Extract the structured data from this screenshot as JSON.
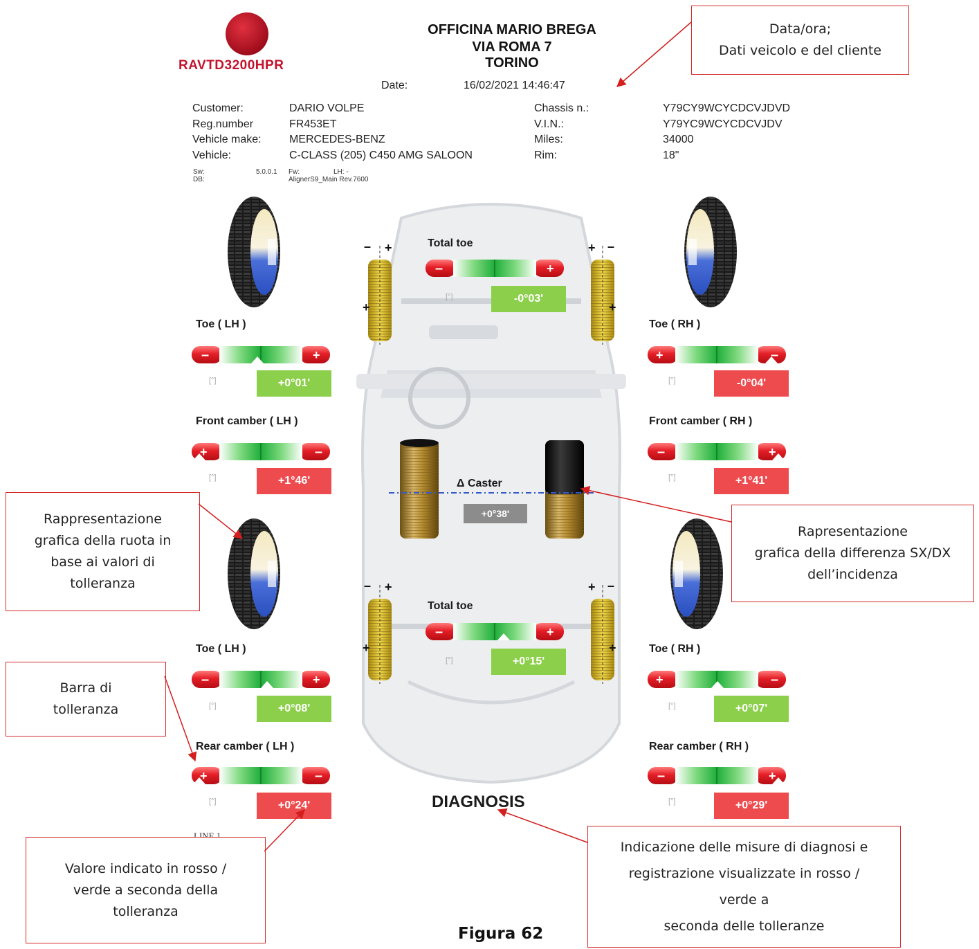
{
  "header": {
    "brand": "RAVTD3200HPR",
    "shop_line1": "OFFICINA MARIO BREGA",
    "shop_line2": "VIA ROMA 7",
    "shop_line3": "TORINO",
    "date_label": "Date:",
    "date_value": "16/02/2021  14:46:47"
  },
  "customer": {
    "labels": [
      "Customer:",
      "Reg.number",
      "Vehicle make:",
      "Vehicle:"
    ],
    "values": [
      "DARIO VOLPE",
      "FR453ET",
      "MERCEDES-BENZ",
      "C-CLASS (205) C450 AMG SALOON"
    ],
    "labels2": [
      "Chassis n.:",
      "V.I.N.:",
      "Miles:",
      "Rim:"
    ],
    "values2": [
      "Y79CY9WCYCDCVJDVD",
      "Y79YC9WCYCDCVJDV",
      "34000",
      "18\""
    ]
  },
  "software": {
    "sw_label": "Sw:",
    "db_label": "DB:",
    "sw_value": "5.0.0.1",
    "fw_label": "Fw:",
    "fw_value": "AlignerS9_Main Rev.7600",
    "lh_label": "LH: -"
  },
  "front": {
    "total_toe_label": "Total toe",
    "total_toe_value": "-0°03'",
    "toe_lh_label": "Toe ( LH )",
    "toe_lh_value": "+0°01'",
    "toe_rh_label": "Toe ( RH )",
    "toe_rh_value": "-0°04'",
    "camber_lh_label": "Front camber ( LH )",
    "camber_lh_value": "+1°46'",
    "camber_rh_label": "Front camber ( RH )",
    "camber_rh_value": "+1°41'"
  },
  "caster": {
    "label": "Δ Caster",
    "value": "+0°38'"
  },
  "rear": {
    "total_toe_label": "Total toe",
    "total_toe_value": "+0°15'",
    "toe_lh_label": "Toe ( LH )",
    "toe_lh_value": "+0°08'",
    "toe_rh_label": "Toe ( RH )",
    "toe_rh_value": "+0°07'",
    "camber_lh_label": "Rear camber ( LH )",
    "camber_lh_value": "+0°24'",
    "camber_rh_label": "Rear camber ( RH )",
    "camber_rh_value": "+0°29'"
  },
  "deg_label": "[°]",
  "footer": {
    "diagnosis": "DIAGNOSIS",
    "line": "LINE 1",
    "figure": "Figura 62"
  },
  "callouts": {
    "datetime_line1": "Data/ora;",
    "datetime_line2": "Dati veicolo e del cliente",
    "wheel_graphic": [
      "Rappresentazione",
      "grafica della ruota in",
      "base ai valori di",
      "tolleranza"
    ],
    "caster_graphic": [
      "Rapresentazione",
      "grafica della differenza SX/DX",
      "dell’incidenza"
    ],
    "tolerance_bar": [
      "Barra di",
      "tolleranza"
    ],
    "value_color": [
      "Valore indicato in rosso /",
      "verde a seconda della",
      "tolleranza"
    ],
    "diagnosis_note": [
      "Indicazione delle misure di diagnosi e",
      "registrazione visualizzate in rosso /",
      "verde a",
      "seconda delle tolleranze"
    ]
  },
  "colors": {
    "in_tolerance": "#8ccf4a",
    "out_of_tolerance": "#ee4b4f",
    "callout_border": "#d42a2a"
  }
}
